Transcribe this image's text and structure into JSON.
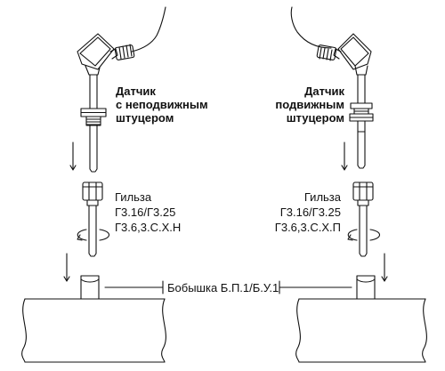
{
  "left_sensor_label": [
    "Датчик",
    "с неподвижным",
    "штуцером"
  ],
  "right_sensor_label": [
    "Датчик",
    "подвижным",
    "штуцером"
  ],
  "left_sleeve_label": [
    "Гильза",
    "Г3.16/Г3.25",
    "Г3.6,3.С.Х.Н"
  ],
  "right_sleeve_label": [
    "Гильза",
    "Г3.16/Г3.25",
    "Г3.6,3.С.Х.П"
  ],
  "boss_label": "Бобышка Б.П.1/Б.У.1"
}
